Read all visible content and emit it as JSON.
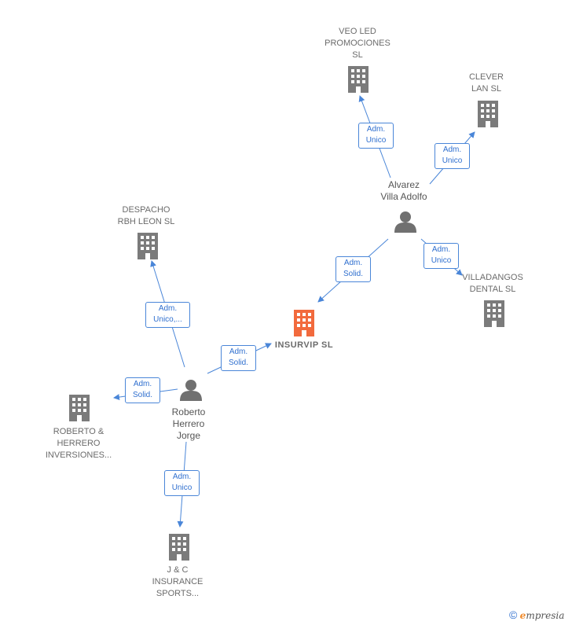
{
  "colors": {
    "edge": "#4a86d8",
    "company": "#7b7b7b",
    "main_company": "#f26a3d",
    "person": "#707070"
  },
  "nodes": {
    "insurvip": {
      "label": "INSURVIP  SL",
      "type": "company-main"
    },
    "veo_led": {
      "label": "VEO LED\nPROMOCIONES\nSL",
      "type": "company"
    },
    "clever_lan": {
      "label": "CLEVER\nLAN  SL",
      "type": "company"
    },
    "villadangos": {
      "label": "VILLADANGOS\nDENTAL SL",
      "type": "company"
    },
    "despacho": {
      "label": "DESPACHO\nRBH LEON  SL",
      "type": "company"
    },
    "roberto_herrero_inv": {
      "label": "ROBERTO &\nHERRERO\nINVERSIONES...",
      "type": "company"
    },
    "jc_insurance": {
      "label": "J & C\nINSURANCE\nSPORTS...",
      "type": "company"
    },
    "alvarez": {
      "label": "Alvarez\nVilla Adolfo",
      "type": "person"
    },
    "roberto": {
      "label": "Roberto\nHerrero\nJorge",
      "type": "person"
    }
  },
  "edges": [
    {
      "id": "alvarez_veo",
      "label": "Adm.\nUnico"
    },
    {
      "id": "alvarez_clever",
      "label": "Adm.\nUnico"
    },
    {
      "id": "alvarez_insurvip",
      "label": "Adm.\nSolid."
    },
    {
      "id": "alvarez_villadangos",
      "label": "Adm.\nUnico"
    },
    {
      "id": "roberto_despacho",
      "label": "Adm.\nUnico,..."
    },
    {
      "id": "roberto_insurvip",
      "label": "Adm.\nSolid."
    },
    {
      "id": "roberto_rhinv",
      "label": "Adm.\nSolid."
    },
    {
      "id": "roberto_jc",
      "label": "Adm.\nUnico"
    }
  ],
  "footer": {
    "copyright": "©",
    "brand_initial": "e",
    "brand_rest": "mpresia"
  }
}
